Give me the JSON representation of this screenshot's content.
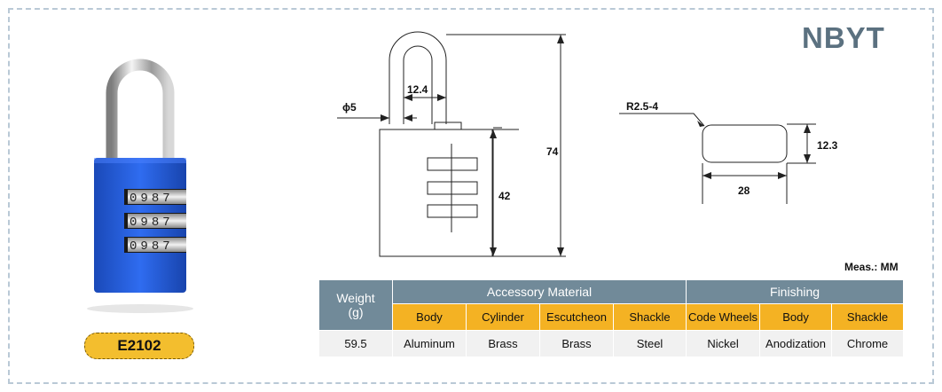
{
  "brand": "NBYT",
  "model": "E2102",
  "lock": {
    "dial_digits": [
      "0",
      "9",
      "8",
      "7"
    ],
    "body_color": "#1f57d6"
  },
  "dimensions": {
    "shackle_diameter": "ϕ5",
    "shackle_inner_width": "12.4",
    "total_height": "74",
    "body_height": "42",
    "corner_radius": "R2.5-4",
    "section_width": "28",
    "section_depth": "12.3"
  },
  "meas_unit": "Meas.: MM",
  "table": {
    "weight_header_line1": "Weight",
    "weight_header_line2": "(g)",
    "accessory_header": "Accessory Material",
    "finishing_header": "Finishing",
    "subheaders": [
      "Body",
      "Cylinder",
      "Escutcheon",
      "Shackle",
      "Code Wheels",
      "Body",
      "Shackle"
    ],
    "weight_value": "59.5",
    "values": [
      "Aluminum",
      "Brass",
      "Brass",
      "Steel",
      "Nickel",
      "Anodization",
      "Chrome"
    ]
  },
  "colors": {
    "header": "#718a99",
    "subheader": "#f4b223",
    "brand": "#5b7180",
    "badge": "#f3be2e"
  }
}
